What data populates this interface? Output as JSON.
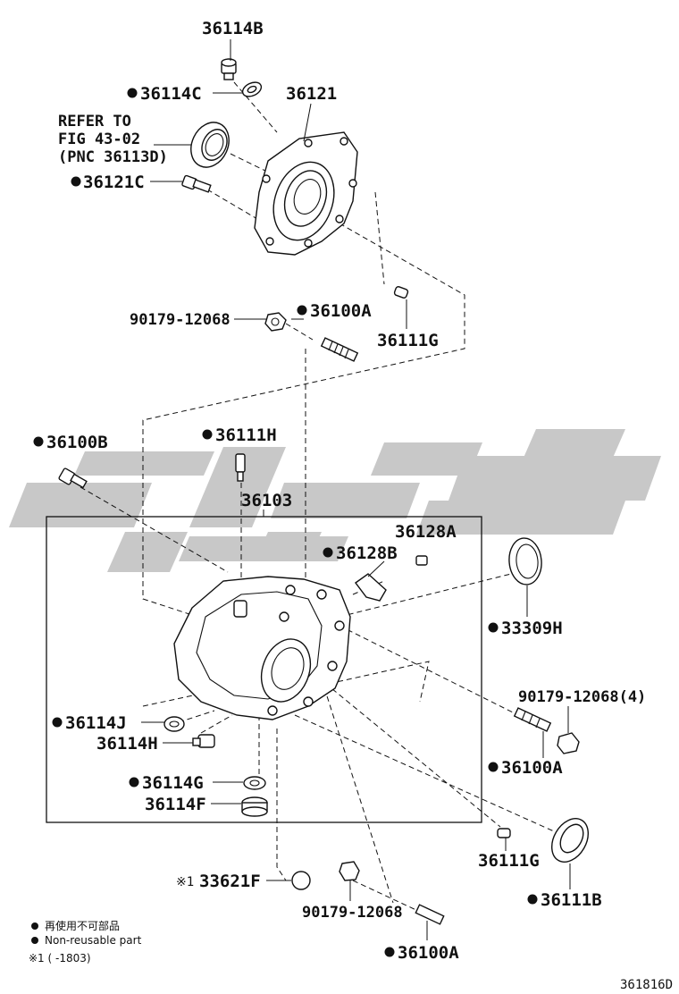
{
  "labels": {
    "l_36114B": "36114B",
    "l_36114C": "36114C",
    "l_36121": "36121",
    "l_refer": "REFER TO",
    "l_fig": "FIG 43-02",
    "l_pnc": "(PNC 36113D)",
    "l_36121C": "36121C",
    "l_90179_a": "90179-12068",
    "l_36100A_a": "36100A",
    "l_36111G_a": "36111G",
    "l_36100B": "36100B",
    "l_36111H": "36111H",
    "l_36103": "36103",
    "l_36128A": "36128A",
    "l_36128B": "36128B",
    "l_33309H": "33309H",
    "l_90179_b": "90179-12068(4)",
    "l_36114J": "36114J",
    "l_36114H": "36114H",
    "l_36100A_b": "36100A",
    "l_36114G": "36114G",
    "l_36114F": "36114F",
    "l_36111G_b": "36111G",
    "l_33621F": "33621F",
    "l_33621F_mark": "※1",
    "l_36111B": "36111B",
    "l_90179_c": "90179-12068",
    "l_36100A_c": "36100A"
  },
  "legend": {
    "jp": "再使用不可部品",
    "en": "Non-reusable part",
    "note": "※1 (    -1803)"
  },
  "diagram_code": "361816D",
  "icons": {
    "non_reusable_marker": "filled-dot-icon"
  },
  "colors": {
    "ink": "#111111",
    "watermark": "#c8c8c8"
  }
}
